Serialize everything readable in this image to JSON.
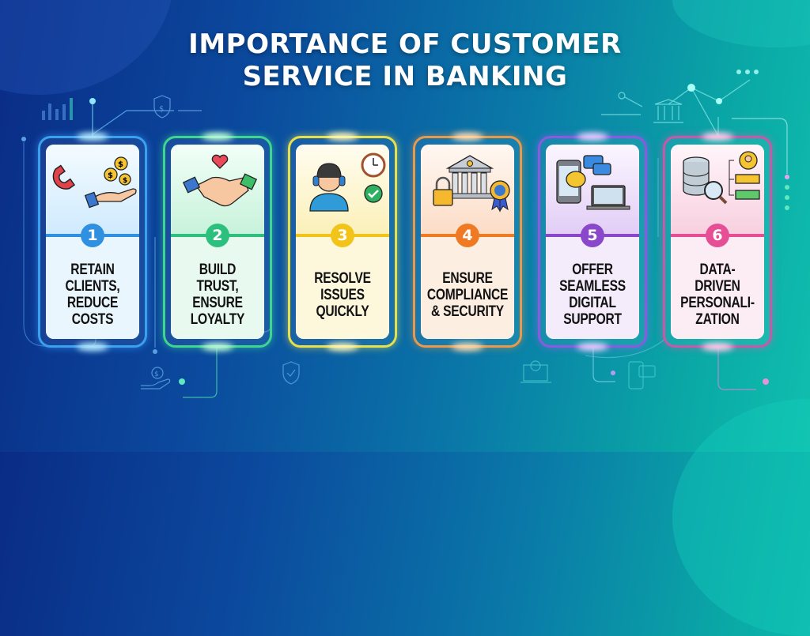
{
  "title": {
    "line1": "IMPORTANCE OF CUSTOMER",
    "line2": "SERVICE IN BANKING"
  },
  "colors": {
    "background_start": "#0a2c86",
    "background_end": "#10bfae",
    "card1": "#2f8fe0",
    "card2": "#2dbf7e",
    "card3": "#f2c318",
    "card4": "#f07a24",
    "card5": "#8a47c9",
    "card6": "#e64f95"
  },
  "cards": [
    {
      "number": "1",
      "label_lines": [
        "RETAIN",
        "CLIENTS,",
        "REDUCE",
        "COSTS"
      ],
      "label": "RETAIN CLIENTS, REDUCE COSTS",
      "icon": "magnet-coins-hand-icon"
    },
    {
      "number": "2",
      "label_lines": [
        "BUILD",
        "TRUST,",
        "ENSURE",
        "LOYALTY"
      ],
      "label": "BUILD TRUST, ENSURE LOYALTY",
      "icon": "handshake-heart-icon"
    },
    {
      "number": "3",
      "label_lines": [
        "RESOLVE",
        "ISSUES",
        "QUICKLY"
      ],
      "label": "RESOLVE ISSUES QUICKLY",
      "icon": "headset-agent-clock-check-icon"
    },
    {
      "number": "4",
      "label_lines": [
        "ENSURE",
        "COMPLIANCE",
        "& SECURITY"
      ],
      "label": "ENSURE COMPLIANCE & SECURITY",
      "icon": "bank-lock-badge-icon"
    },
    {
      "number": "5",
      "label_lines": [
        "OFFER",
        "SEAMLESS",
        "DIGITAL",
        "SUPPORT"
      ],
      "label": "OFFER SEAMLESS DIGITAL SUPPORT",
      "icon": "phone-chat-laptop-icon"
    },
    {
      "number": "6",
      "label_lines": [
        "DATA-",
        "DRIVEN",
        "PERSONALI-",
        "ZATION"
      ],
      "label": "DATA-DRIVEN PERSONALIZATION",
      "icon": "database-analytics-profile-icon"
    }
  ]
}
